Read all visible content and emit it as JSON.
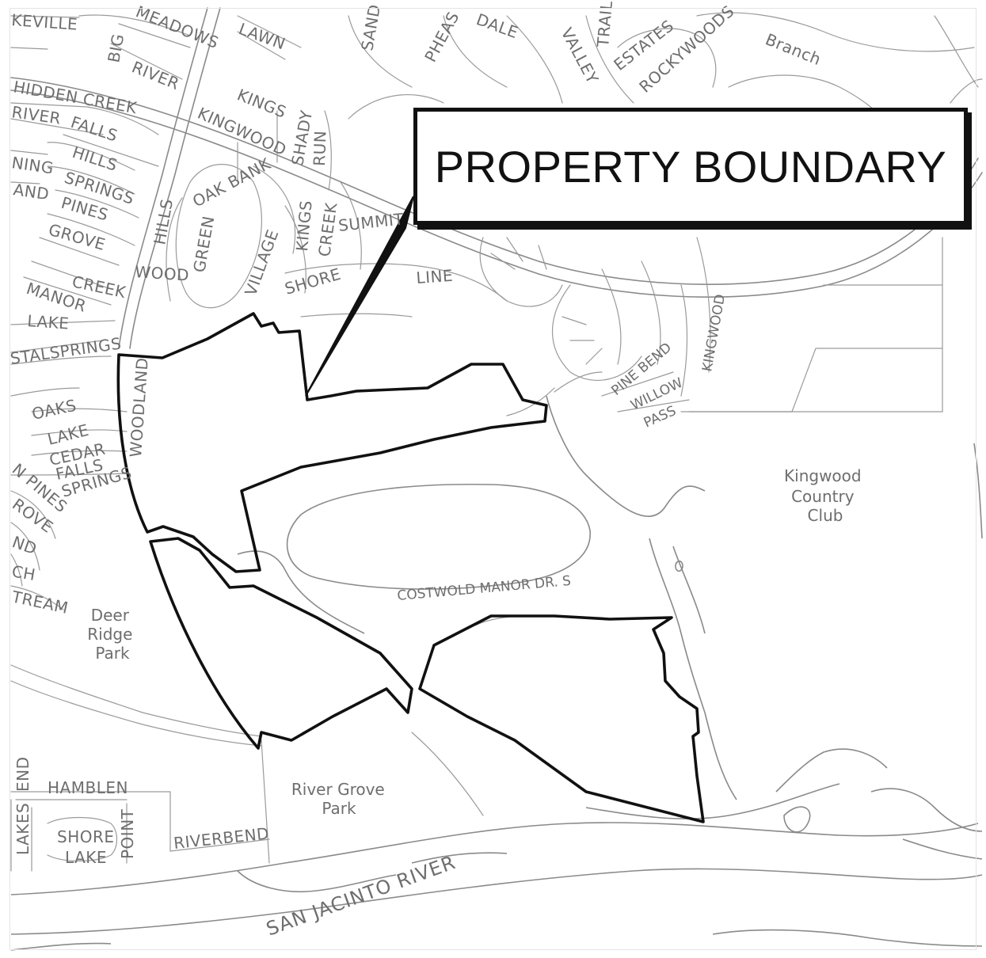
{
  "callout": {
    "label": "PROPERTY BOUNDARY"
  },
  "streets": {
    "keville": "KEVILLE",
    "meadows": "MEADOWS",
    "lawn": "LAWN",
    "sand": "SAND",
    "pheasant": "PHEAS",
    "dale": "DALE",
    "valley": "VALLEY",
    "trail": "TRAIL",
    "estates": "ESTATES",
    "rockywoods": "ROCKYWOODS",
    "branch": "Branch",
    "big": "BIG",
    "river": "RIVER",
    "hidden_creek": "HIDDEN CREEK",
    "river_w": "RIVER",
    "falls": "FALLS",
    "hills": "HILLS",
    "kings": "KINGS",
    "kingwood": "KINGWOOD",
    "shady": "SHADY",
    "run": "RUN",
    "ning": "NING",
    "and": "AND",
    "springs": "SPRINGS",
    "pines": "PINES",
    "grove": "GROVE",
    "hills_v": "HILLS",
    "oak_bank": "OAK BANK",
    "green": "GREEN",
    "wood": "WOOD",
    "village": "VILLAGE",
    "kings_v": "KINGS",
    "creek_v": "CREEK",
    "summit": "SUMMIT",
    "shore": "SHORE",
    "line": "LINE",
    "manor": "MANOR",
    "creek": "CREEK",
    "lake": "LAKE",
    "crystal_springs": "STALSPRINGS",
    "woodland": "WOODLAND",
    "oaks": "OAKS",
    "lake2": "LAKE",
    "cedar": "CEDAR",
    "falls2": "FALLS",
    "springs2": "SPRINGS",
    "pines2": "N PINES",
    "grove2": "ROVE",
    "nd": "ND",
    "ch": "CH",
    "tream": "TREAM",
    "pine_bend": "PINE BEND",
    "kingwood_v": "KINGWOOD",
    "willow": "WILLOW",
    "pass": "PASS",
    "costwold": "COSTWOLD MANOR DR. S",
    "end": "END",
    "hamblen": "HAMBLEN",
    "lakes": "LAKES",
    "shore2": "SHORE",
    "lake3": "LAKE",
    "point": "POINT",
    "riverbend": "RIVERBEND",
    "san_jacinto": "SAN JACINTO RIVER"
  },
  "places": {
    "country_club": [
      "Kingwood",
      "Country",
      "Club"
    ],
    "deer_ridge": [
      "Deer",
      "Ridge",
      "Park"
    ],
    "river_grove": [
      "River Grove",
      "Park"
    ]
  }
}
